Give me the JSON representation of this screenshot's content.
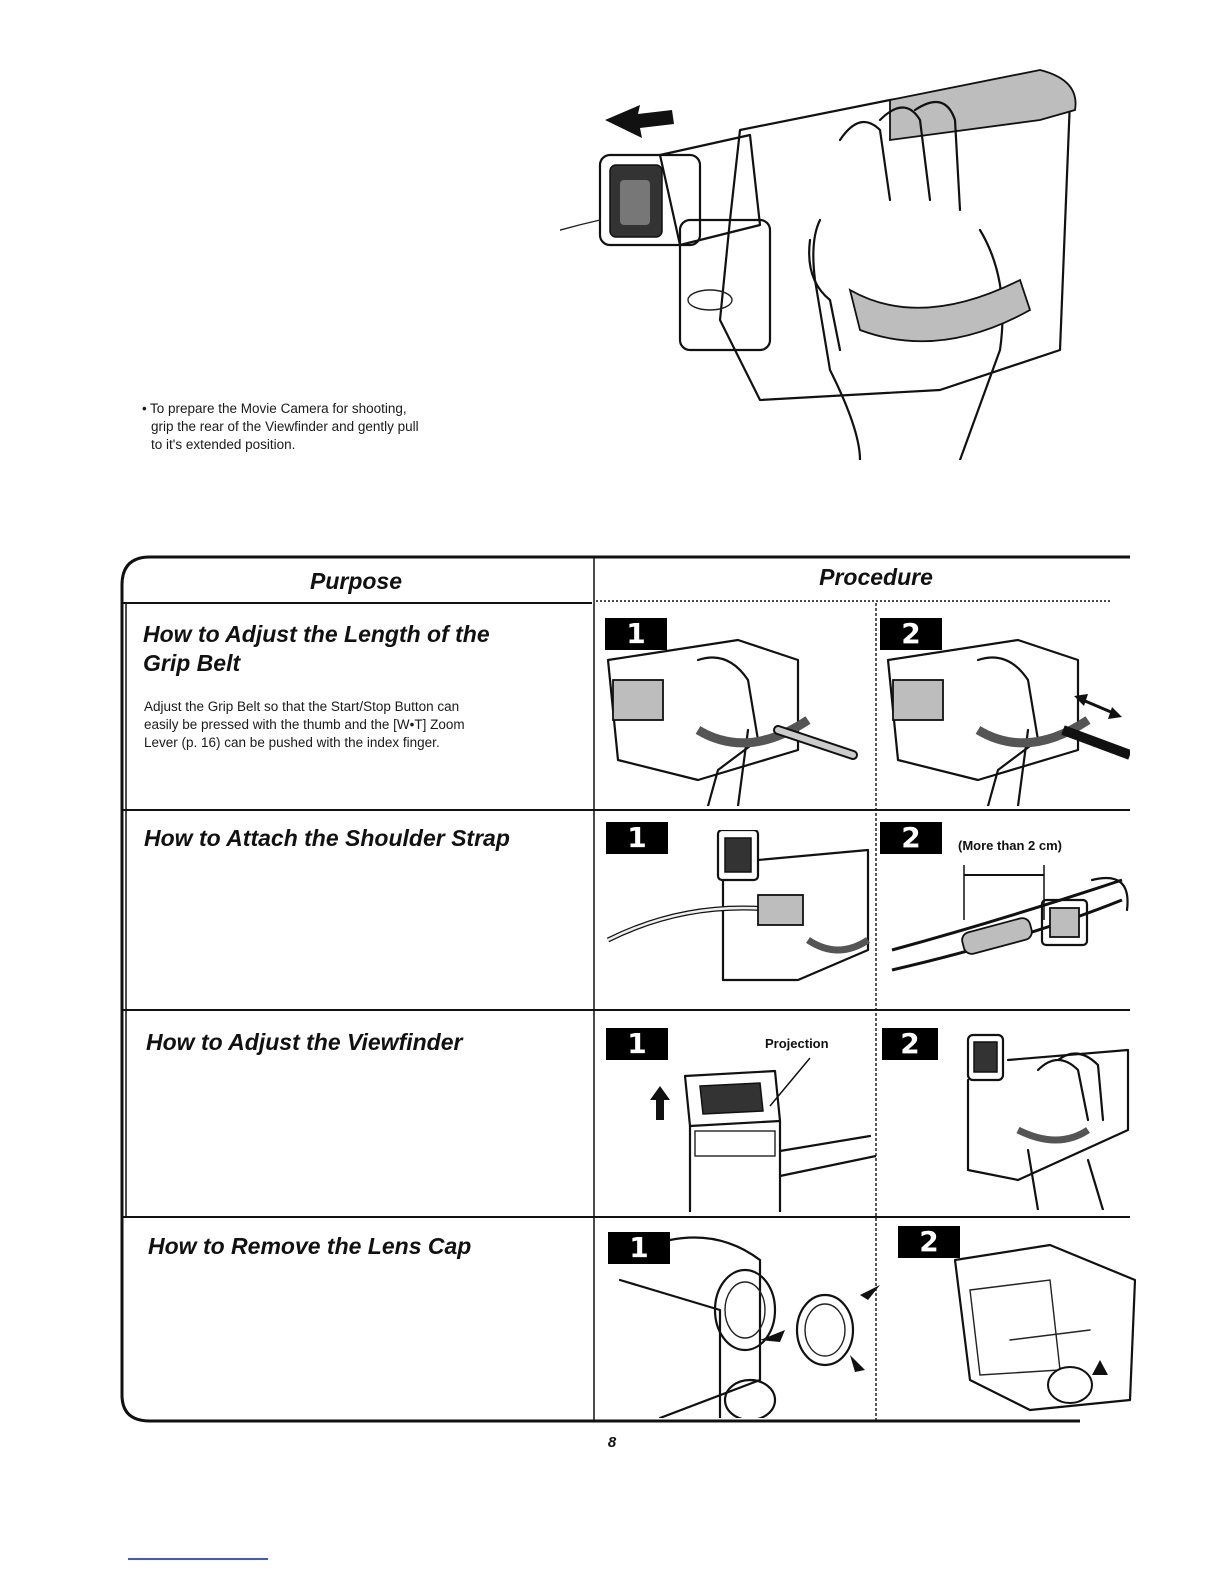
{
  "intro": {
    "caption_lines": [
      "To prepare the Movie Camera for shooting,",
      "grip the rear of the Viewfinder and gently pull",
      "to it's extended position."
    ]
  },
  "table": {
    "purpose_header": "Purpose",
    "procedure_header": "Procedure",
    "rows": [
      {
        "title_line1": "How to Adjust the Length of the",
        "title_line2": "Grip Belt",
        "body_lines": [
          "Adjust the Grip Belt so that the Start/Stop Button can",
          "easily be pressed with the thumb and the [W•T] Zoom",
          "Lever (p. 16) can be pushed with the index finger."
        ]
      },
      {
        "title_line1": "How to Attach the Shoulder Strap",
        "note": "(More than 2 cm)"
      },
      {
        "title_line1": "How to Adjust the Viewfinder",
        "note": "Projection"
      },
      {
        "title_line1": "How to Remove the Lens Cap"
      }
    ],
    "step_labels": [
      "1",
      "2"
    ]
  },
  "page_number": "8",
  "icons": [
    "arrow-left-icon",
    "arrow-up-icon",
    "arrow-double-icon"
  ]
}
